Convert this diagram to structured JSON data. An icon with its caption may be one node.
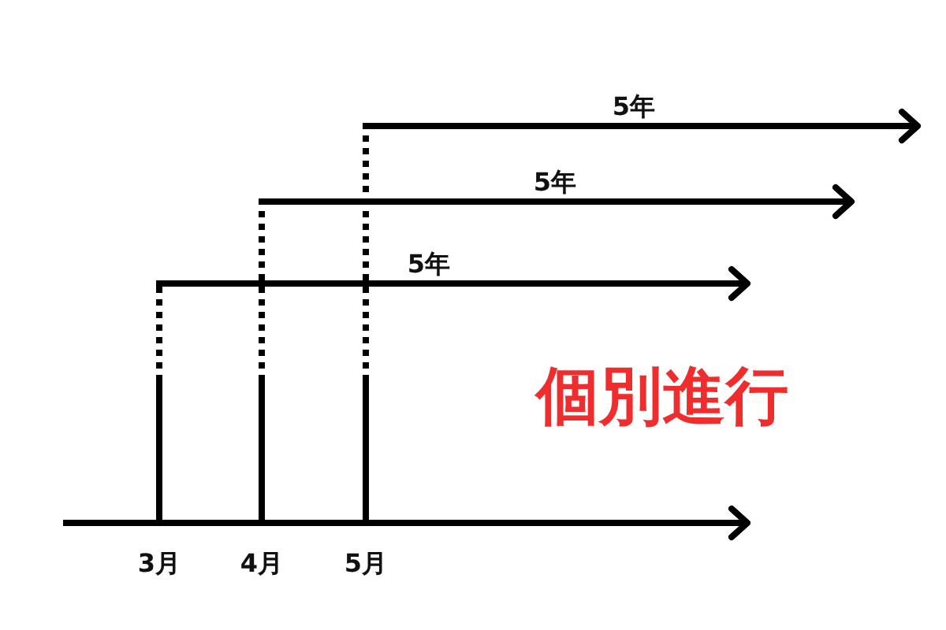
{
  "diagram": {
    "title": "個別進行",
    "labels": [
      "5年",
      "5年",
      "5年",
      "3月",
      "4月",
      "5月"
    ]
  }
}
